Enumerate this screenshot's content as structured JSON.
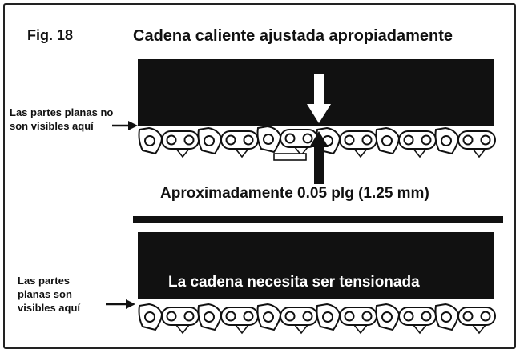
{
  "figure": {
    "label": "Fig. 18",
    "top_caption": "Cadena caliente ajustada apropiadamente",
    "measurement": "Aproximadamente 0.05 plg (1.25 mm)",
    "top_side_note": "Las partes planas no son visibles aquí",
    "bottom_bar_caption": "La cadena necesita ser tensionada",
    "bottom_side_note": "Las partes planas son visibles aquí"
  },
  "colors": {
    "bar": "#111111",
    "chain_fill": "#ffffff",
    "chain_stroke": "#111111",
    "background": "#ffffff"
  },
  "icons": [
    "arrow-down-icon",
    "arrow-up-icon",
    "arrow-right-icon"
  ]
}
